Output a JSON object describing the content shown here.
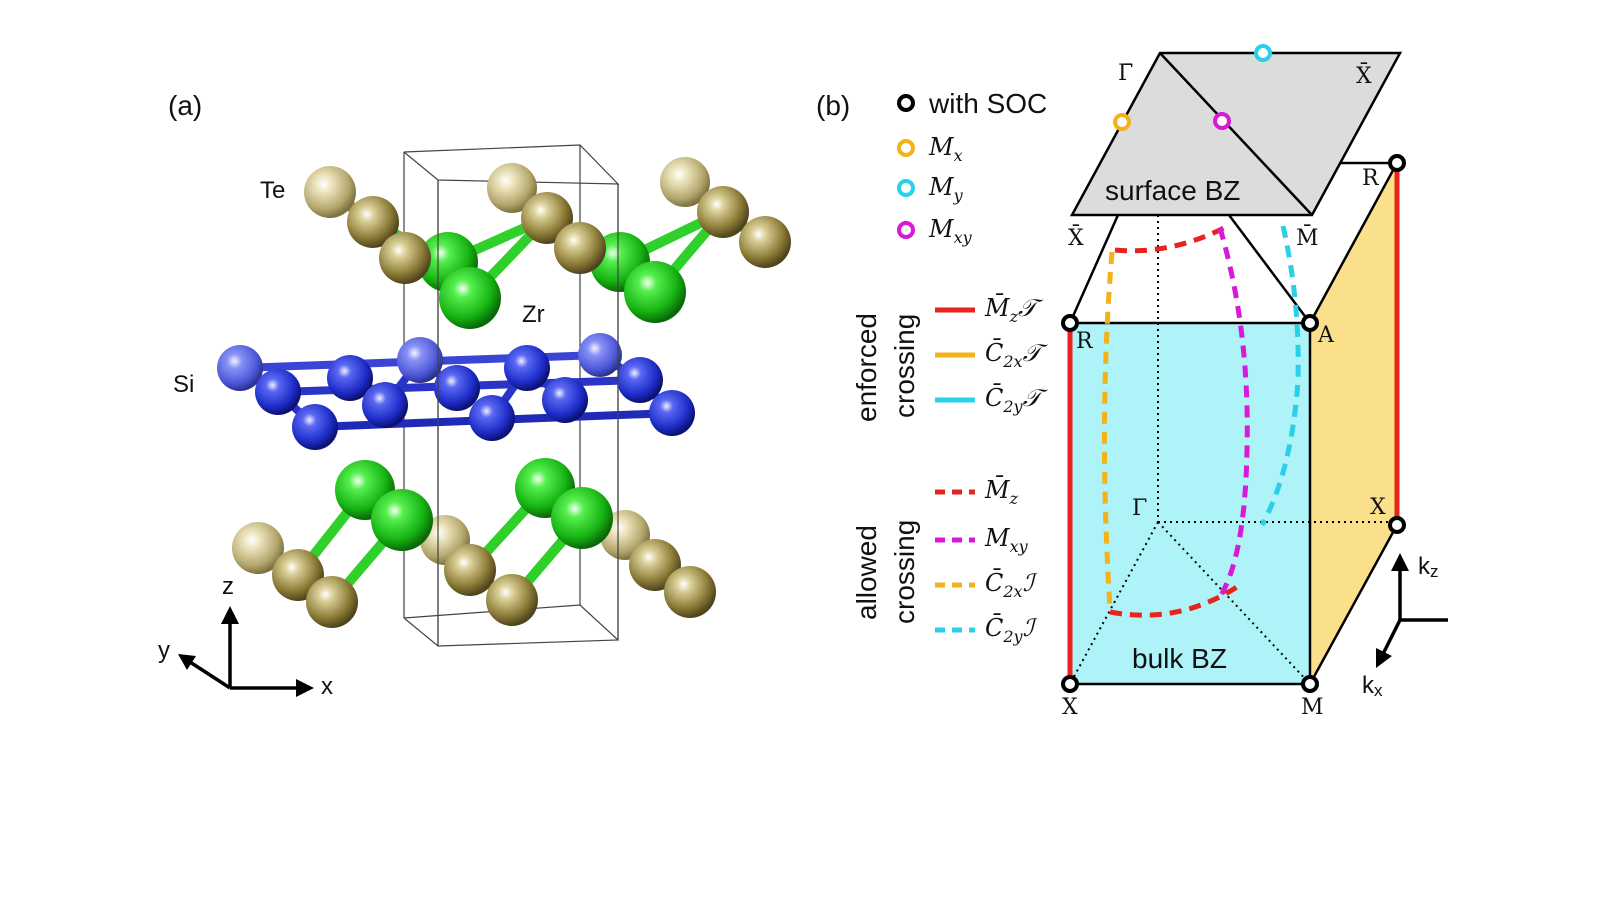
{
  "panel_a": {
    "label": "(a)",
    "atoms": {
      "te": "Te",
      "zr": "Zr",
      "si": "Si"
    },
    "axes": {
      "z": "z",
      "y": "y",
      "x": "x"
    }
  },
  "panel_b": {
    "label": "(b)",
    "legend": {
      "soc": {
        "label": "with SOC",
        "color": "#000000"
      },
      "mx": {
        "label": "M",
        "sub": "x",
        "color": "#f2b21b"
      },
      "my": {
        "label": "M",
        "sub": "y",
        "color": "#29d0e8"
      },
      "mxy": {
        "label": "M",
        "sub": "xy",
        "color": "#d81ad8"
      }
    },
    "enforced": {
      "title1": "enforced",
      "title2": "crossing",
      "items": [
        {
          "label": "M̄",
          "sub": "z",
          "tail": "𝒯",
          "color": "#e8231c"
        },
        {
          "label": "C̄",
          "sub": "2x",
          "tail": "𝒯",
          "color": "#f2b21b"
        },
        {
          "label": "C̄",
          "sub": "2y",
          "tail": "𝒯",
          "color": "#29d0e8"
        }
      ]
    },
    "allowed": {
      "title1": "allowed",
      "title2": "crossing",
      "items": [
        {
          "label": "M̄",
          "sub": "z",
          "tail": "",
          "color": "#e8231c"
        },
        {
          "label": "M",
          "sub": "xy",
          "tail": "",
          "color": "#d81ad8"
        },
        {
          "label": "C̄",
          "sub": "2x",
          "tail": "ℐ",
          "color": "#f2b21b"
        },
        {
          "label": "C̄",
          "sub": "2y",
          "tail": "ℐ",
          "color": "#29d0e8"
        }
      ]
    },
    "surface_bz": {
      "label": "surface BZ",
      "points": {
        "gamma_bar": "Γ̄",
        "x_bar_top": "X̄",
        "x_bar_left": "X̄",
        "m_bar": "M̄"
      }
    },
    "bulk_bz": {
      "label": "bulk BZ",
      "points": {
        "r_top": "R",
        "r_left": "R",
        "a": "A",
        "gamma": "Γ",
        "x_right": "X",
        "x_bottom": "X",
        "m": "M"
      }
    },
    "k_axes": {
      "kz": "k",
      "kz_sub": "z",
      "kx": "k",
      "kx_sub": "x"
    },
    "colors": {
      "face_front": "#aef3f7",
      "face_side": "#fbe08b",
      "surface": "#dcdcdc"
    }
  }
}
